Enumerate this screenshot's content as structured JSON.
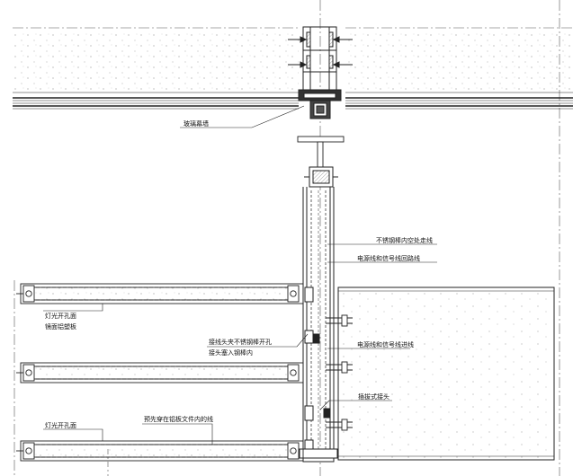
{
  "labels": {
    "glass_curtain_wall": "玻璃幕墙",
    "stainless_tube_hollow": "不锈钢棒内空处走线",
    "power_signal_return": "电源线和信号线回路线",
    "light_opening_top": "灯光开孔面",
    "mirror_aluminum_panel": "镜面铝塑板",
    "connector_clamp_1": "接线头夹不锈钢棒开孔",
    "connector_clamp_2": "接头塞入钢棒内",
    "power_signal_in": "电源线和信号线进线",
    "screw_joint": "插拔式接头",
    "light_opening_bottom": "灯光开孔面",
    "pre_wire_in_panel": "预先穿在铝板文件内的线"
  },
  "colors": {
    "line": "#222222",
    "hatch": "#888888",
    "stipple": "#9a9a9a",
    "dashdot": "#555555"
  }
}
